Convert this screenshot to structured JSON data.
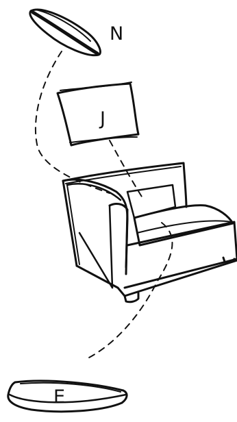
{
  "labels": {
    "n": "N",
    "j": "J",
    "e": "E"
  },
  "colors": {
    "ink": "#111111",
    "background": "#ffffff"
  }
}
